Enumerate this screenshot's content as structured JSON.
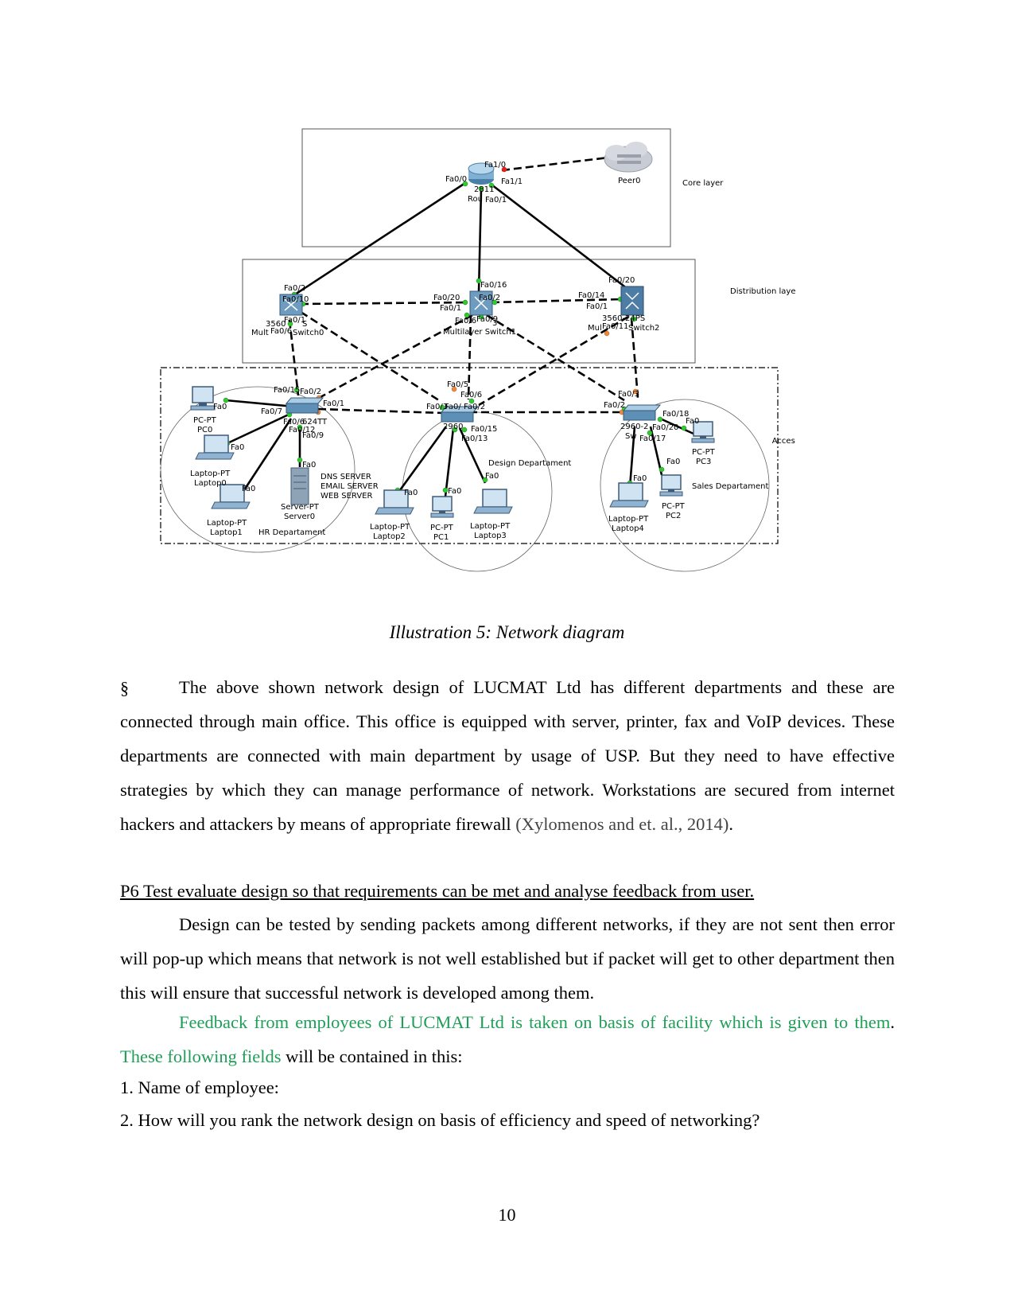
{
  "diagram": {
    "layers": {
      "core": "Core layer",
      "distribution": "Distribution layer",
      "access": "Access lay"
    },
    "devices": {
      "router_model": "2811",
      "router_name": "Rou",
      "peer": "Peer0",
      "switch0_model": "3560",
      "switch0_suffix": "S",
      "switch0_name_a": "Mult",
      "switch0_name_b": "Switch0",
      "switch1_model": "3",
      "switch1_name": "Multilayer Switch1",
      "switch2_model": "3560-24PS",
      "switch2_name_a": "Mul",
      "switch2_name_b": "Switch2",
      "access_hr_model": "624TT",
      "access_design_model": "2960",
      "access_sales_model": "2960-2",
      "access_sales_name": "Sw",
      "pc0_type": "PC-PT",
      "pc0_name": "PC0",
      "laptop0_type": "Laptop-PT",
      "laptop0_name": "Laptop0",
      "laptop1_type": "Laptop-PT",
      "laptop1_name": "Laptop1",
      "server0_type": "Server-PT",
      "server0_name": "Server0",
      "server_roles": [
        "DNS SERVER",
        "EMAIL SERVER",
        "WEB SERVER"
      ],
      "laptop2_type": "Laptop-PT",
      "laptop2_name": "Laptop2",
      "pc1_type": "PC-PT",
      "pc1_name": "PC1",
      "laptop3_type": "Laptop-PT",
      "laptop3_name": "Laptop3",
      "laptop4_type": "Laptop-PT",
      "laptop4_name": "Laptop4",
      "pc2_type": "PC-PT",
      "pc2_name": "PC2",
      "pc3_type": "PC-PT",
      "pc3_name": "PC3"
    },
    "departments": {
      "hr": "HR Departament",
      "design": "Design Departament",
      "sales": "Sales Departament"
    },
    "ports": {
      "r_fa10": "Fa1/0",
      "r_fa00": "Fa0/0",
      "r_fa11": "Fa1/1",
      "r_fa01": "Fa0/1",
      "s0_fa02": "Fa0/2",
      "s0_fa010": "Fa0/10",
      "s0_fa01": "Fa0/1",
      "s0_fa06": "Fa0/6",
      "s1_fa016": "Fa0/16",
      "s1_fa020": "Fa0/20",
      "s1_fa02": "Fa0/2",
      "s1_fa01": "Fa0/1",
      "s1_fa06": "Fa0/6",
      "s1_fa09": "Fa0/9",
      "s2_fa020": "Fa0/20",
      "s2_fa014": "Fa0/14",
      "s2_fa01": "Fa0/1",
      "s2_fa011": "Fa0/11",
      "hr_fa015": "Fa0/15",
      "hr_fa02": "Fa0/2",
      "hr_fa01": "Fa0/1",
      "hr_fa07": "Fa0/7",
      "hr_fa06": "Fa0/6",
      "hr_fa012": "Fa0/12",
      "hr_fa09": "Fa0/9",
      "d_fa05": "Fa0/5",
      "d_fa06": "Fa0/6",
      "d_fa03": "Fa0/3",
      "d_fa0x": "Fa0/",
      "d_fa02": "Fa0/2",
      "d_fa015": "Fa0/15",
      "d_fa013": "Fa0/13",
      "sl_fa03": "Fa0/3",
      "sl_fa02": "Fa0/2",
      "sl_fa018": "Fa0/18",
      "sl_fa020": "Fa0/20",
      "sl_fa017": "Fa0/17",
      "fa0": "Fa0"
    }
  },
  "caption": "Illustration 5: Network diagram",
  "section_mark": "§",
  "paragraph1": "The above shown network design of LUCMAT Ltd has different departments and these are connected through main office. This office is equipped with server, printer, fax and VoIP devices. These departments are connected with main department by usage of USP. But they need to have effective strategies by which they can manage performance of network. Workstations are secured from internet hackers and attackers by means of appropriate firewall",
  "paragraph1_citation": "(Xylomenos and et. al., 2014)",
  "paragraph1_end": ".",
  "heading": "P6 Test evaluate design so that requirements can be met and analyse feedback from user.",
  "paragraph2": "Design can be tested by sending packets among different networks, if they are not sent then error will pop-up which means that network is not well established but if packet will get to other department then this will ensure that successful network is developed among them.",
  "paragraph3_green1": "Feedback from employees of LUCMAT Ltd is taken on basis of facility which is given to them",
  "paragraph3_dot": ". ",
  "paragraph3_green2": "These following fields",
  "paragraph3_rest": " will be contained in this:",
  "list": [
    "1. Name of employee:",
    "2. How will you rank the network design on basis of efficiency and speed of networking?"
  ],
  "page_number": "10",
  "colors": {
    "green_text": "#1e9e57",
    "citation_text": "#444444",
    "port_up": "#2ecc2e",
    "port_down": "#e02020",
    "port_amber": "#f0883a"
  }
}
